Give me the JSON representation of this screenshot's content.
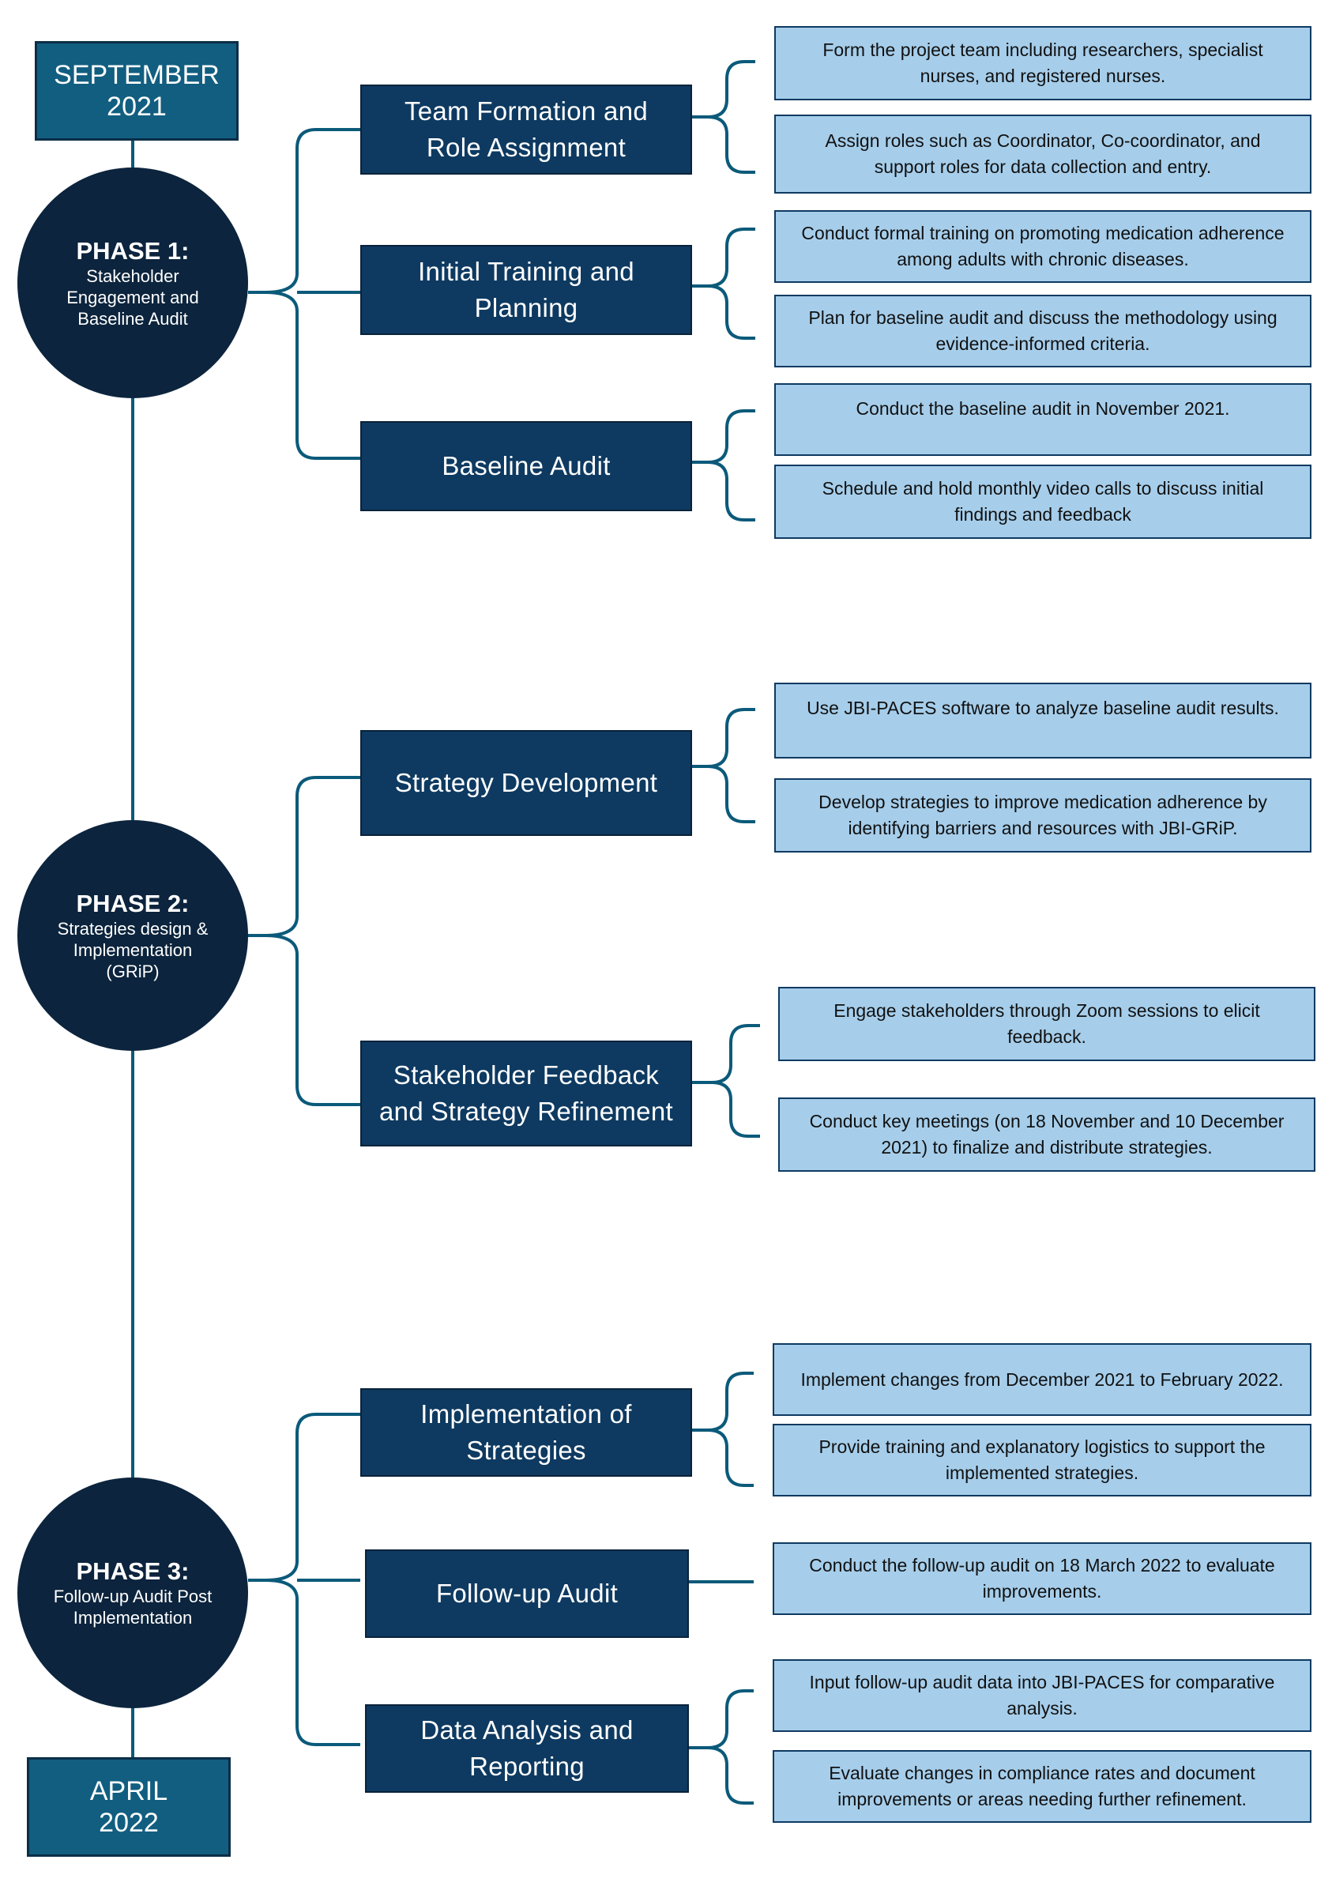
{
  "timeline": {
    "start_label": "SEPTEMBER\n2021",
    "end_label": "APRIL\n2022"
  },
  "colors": {
    "connector": "#0B5A7A",
    "phase_circle": "#0C243D",
    "task_box": "#0E3A61",
    "detail_box": "#A6CEEB",
    "date_box": "#125E80"
  },
  "phases": [
    {
      "title": "PHASE 1:",
      "subtitle": "Stakeholder Engagement and Baseline Audit",
      "tasks": [
        {
          "label": "Team Formation and Role Assignment",
          "details": [
            "Form the project team including researchers, specialist nurses, and registered nurses.",
            "Assign roles such as Coordinator, Co-coordinator, and support roles for data collection and entry."
          ]
        },
        {
          "label": "Initial Training and Planning",
          "details": [
            "Conduct formal training on promoting medication adherence among adults with chronic diseases.",
            "Plan for baseline audit and discuss the methodology using evidence-informed criteria."
          ]
        },
        {
          "label": "Baseline Audit",
          "details": [
            "Conduct the baseline audit in November 2021.",
            "Schedule and hold monthly video calls to discuss initial findings and feedback"
          ]
        }
      ]
    },
    {
      "title": "PHASE 2:",
      "subtitle": "Strategies design & Implementation (GRiP)",
      "tasks": [
        {
          "label": "Strategy Development",
          "details": [
            "Use JBI-PACES software to analyze baseline audit results.",
            "Develop strategies to improve medication adherence by identifying barriers and resources with JBI-GRiP."
          ]
        },
        {
          "label": "Stakeholder Feedback and Strategy Refinement",
          "details": [
            "Engage stakeholders through Zoom sessions to elicit feedback.",
            "Conduct key meetings (on 18 November and 10 December 2021) to finalize and distribute strategies."
          ]
        }
      ]
    },
    {
      "title": "PHASE 3:",
      "subtitle": "Follow-up Audit Post Implementation",
      "tasks": [
        {
          "label": "Implementation of Strategies",
          "details": [
            "Implement changes from December 2021 to February 2022.",
            "Provide training and explanatory logistics to support the implemented strategies."
          ]
        },
        {
          "label": "Follow-up Audit",
          "details": [
            "Conduct the follow-up audit on 18 March 2022 to evaluate improvements."
          ]
        },
        {
          "label": "Data Analysis and Reporting",
          "details": [
            "Input follow-up audit data into JBI-PACES for comparative analysis.",
            "Evaluate changes in compliance rates and document improvements or areas needing further refinement."
          ]
        }
      ]
    }
  ]
}
